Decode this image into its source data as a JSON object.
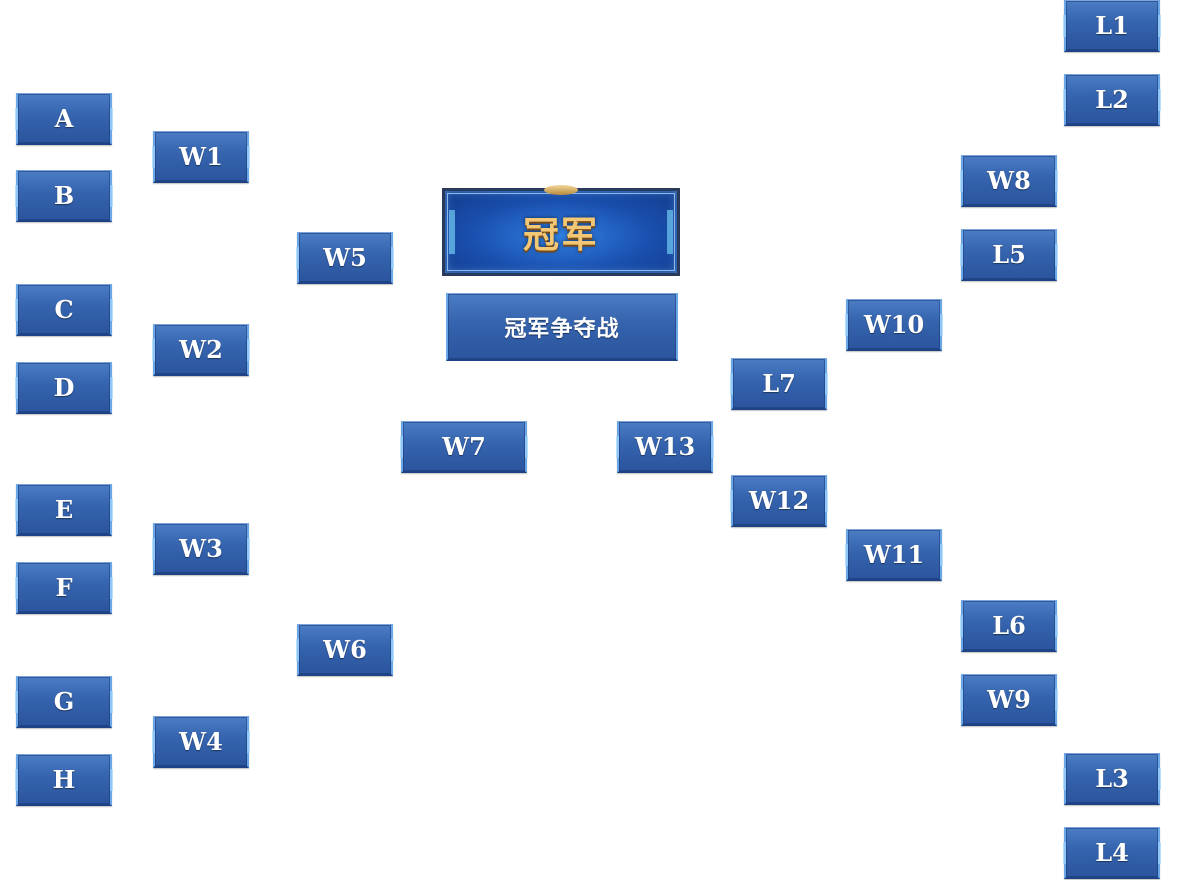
{
  "champion": {
    "title": "冠军",
    "final_label": "冠军争夺战"
  },
  "slots": {
    "A": "A",
    "B": "B",
    "C": "C",
    "D": "D",
    "E": "E",
    "F": "F",
    "G": "G",
    "H": "H",
    "W1": "W1",
    "W2": "W2",
    "W3": "W3",
    "W4": "W4",
    "W5": "W5",
    "W6": "W6",
    "W7": "W7",
    "W8": "W8",
    "W9": "W9",
    "W10": "W10",
    "W11": "W11",
    "W12": "W12",
    "W13": "W13",
    "L1": "L1",
    "L2": "L2",
    "L3": "L3",
    "L4": "L4",
    "L5": "L5",
    "L6": "L6",
    "L7": "L7"
  },
  "colors": {
    "slot_fill": "#3563ad",
    "slot_edge": "#6aa8e8",
    "banner_fill": "#1a4fae",
    "champion_text": "#f2c877",
    "label_text": "#ffffff"
  }
}
